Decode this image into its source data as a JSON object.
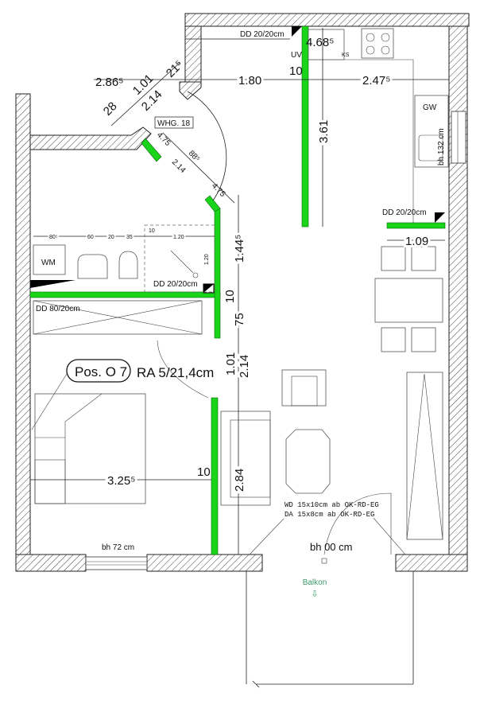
{
  "plan": {
    "unit_label": "WHG. 18",
    "position_label": "Pos. O 7",
    "ra_label": "RA 5/21,4cm",
    "balcony_label": "Balkon",
    "balcony_arrow": "⇩",
    "colors": {
      "new_wall": "#19d419",
      "balcony_text": "#3a9a6a"
    }
  },
  "labels": {
    "dd_top": "DD 20/20cm",
    "dd_kitchen": "DD 20/20cm",
    "dd_bath": "DD 20/20cm",
    "dd_storage": "DD 80/20cm",
    "uv": "UV",
    "ks": "KS",
    "gw": "GW",
    "wm": "WM",
    "window_kitchen": "bh 132 cm",
    "window_bed": "bh 72 cm",
    "door_balcony": "bh 00 cm",
    "wd": "WD 15x10cm  ab OK-RD-EG",
    "da": "DA 15x8cm   ab OK-RD-EG"
  },
  "dimensions": {
    "d_4685": "4.68⁵",
    "d_2865": "2.86⁵",
    "d_101a": "1.01",
    "d_214a": "2.14",
    "d_215": "21⁵",
    "d_28": "28",
    "d_180": "1.80",
    "d_10a": "10",
    "d_2475": "2.47⁵",
    "d_361": "3.61",
    "d_475a": "4.75",
    "d_885": "88⁵",
    "d_214b": "2.14",
    "d_475b": "4.75",
    "d_109": "1.09",
    "d_805": "80⁵",
    "d_60": "60",
    "d_20": "20",
    "d_35": "35",
    "d_10b": "10",
    "d_120a": "1.20",
    "d_120b": "1.20",
    "d_1445": "1.44⁵",
    "d_10c": "10",
    "d_75": "75",
    "d_101b": "1.01",
    "d_214c": "2.14",
    "d_3255": "3.25⁵",
    "d_10d": "10",
    "d_284": "2.84"
  }
}
